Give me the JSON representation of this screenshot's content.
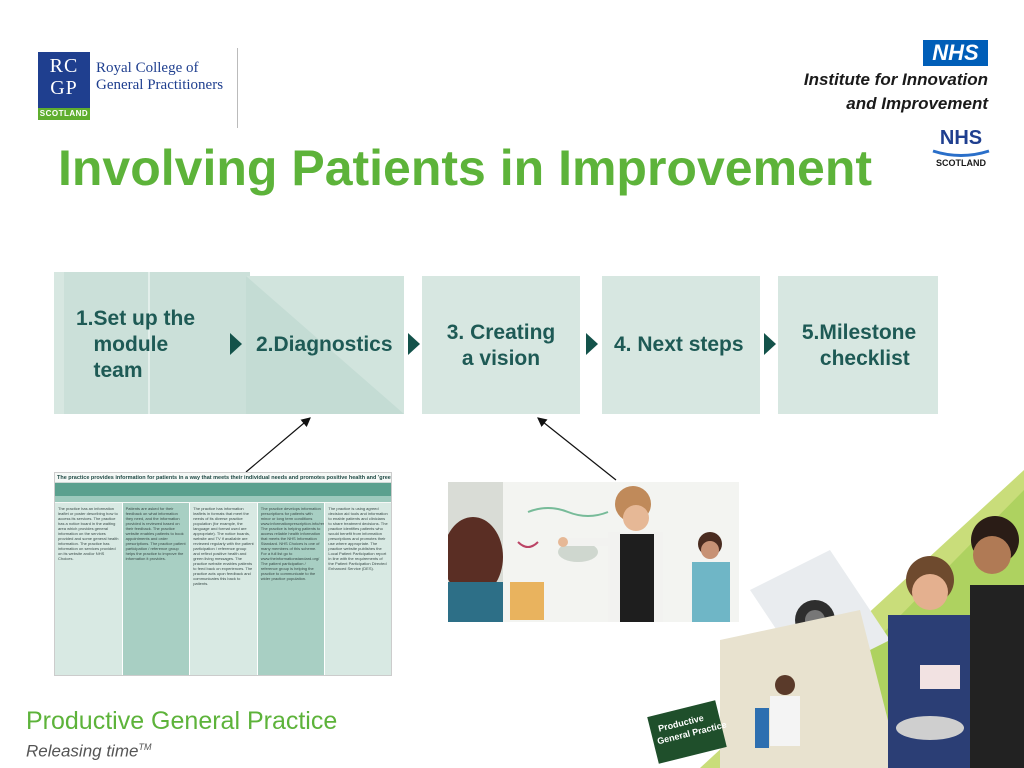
{
  "logos": {
    "rcgp": {
      "line1": "RC",
      "line2": "GP",
      "region": "SCOTLAND",
      "name_line1": "Royal College of",
      "name_line2": "General Practitioners"
    },
    "nhs_institute": {
      "badge": "NHS",
      "line1": "Institute for Innovation",
      "line2": "and Improvement"
    },
    "nhs_scotland": {
      "badge": "NHS",
      "region": "SCOTLAND"
    }
  },
  "title": "Involving Patients in Improvement",
  "steps": [
    {
      "label": "1.Set up the\n   module\n   team"
    },
    {
      "label": "2.Diagnostics"
    },
    {
      "label": "3. Creating\na vision"
    },
    {
      "label": "4. Next steps"
    },
    {
      "label": "5.Milestone\n  checklist"
    }
  ],
  "document": {
    "heading": "The practice provides information for patients in a way that meets their individual needs and promotes positive health and 'green living' messages",
    "columns": [
      "The practice has an information leaflet or poster describing how to access its services. The practice has a notice board in the waiting area which provides general information on the services provided and some general health information. The practice has information on services provided on its website and/or NHS Choices.",
      "Patients are asked for their feedback on what information they need, and the information provided is reviewed based on their feedback. The practice website enables patients to book appointments and order prescriptions. The practice patient participation / reference group helps the practice to improve the information it provides.",
      "The practice has information leaflets in formats that meet the needs of its diverse practice population (for example, the language and format used are appropriate). The notice boards, website and TV if available are reviewed regularly with the patient participation / reference group and reflect positive health and green living messages. The practice website enables patients to feed back on experiences. The practice acts upon feedback and communicates this back to patients.",
      "The practice develops information prescriptions for patients with minor or long term conditions www.informationprescription.info/resource/index.html The practice is helping patients to access reliable health information that meets the NHS Information Standard. NHS Choices is one of many members of this scheme. For a full list go to www.theinformationstandard.org/ The patient participation / reference group is helping the practice to communicate to the wider practice population.",
      "The practice is using agreed decision aid tools and information to enable patients and clinicians to share treatment decisions. The practice identifies patients who would benefit from information prescriptions and promotes their use where appropriate. The practice website publishes the Local Patient Participation report in line with the requirements of the Patient Participation Directed Enhanced Service (DES)."
    ]
  },
  "photo_sign": {
    "line1": "Productive",
    "line2": "General Practice"
  },
  "footer": {
    "brand": "Productive General Practice",
    "tagline": "Releasing time",
    "tm": "TM"
  },
  "colors": {
    "green": "#5db33a",
    "teal_dark": "#13524a",
    "box": "#d7e7e1",
    "nhs_blue": "#005eb8"
  }
}
